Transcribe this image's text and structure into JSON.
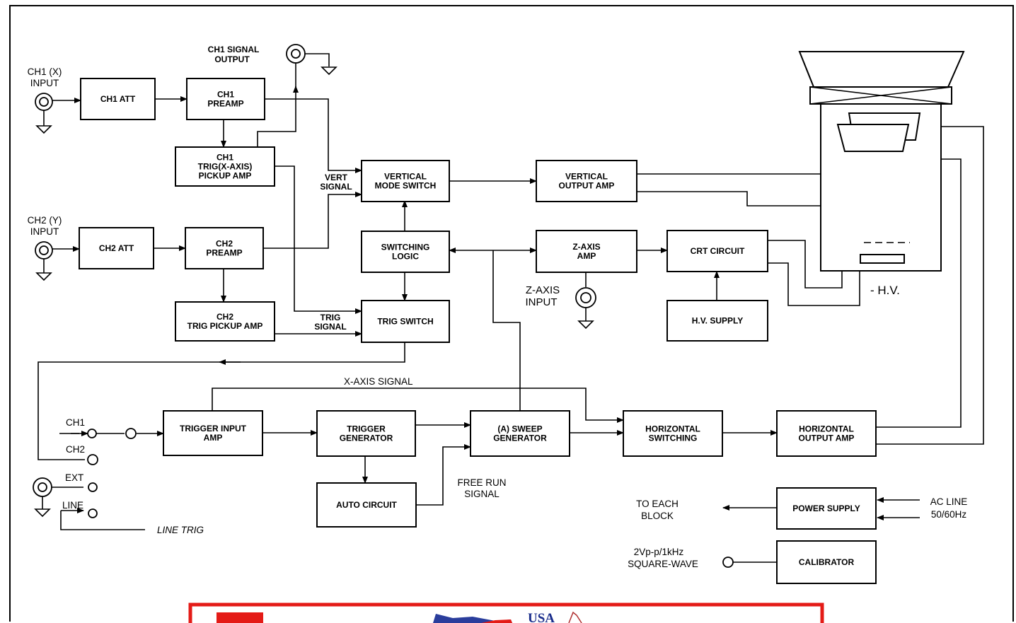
{
  "blocks": {
    "ch1_att": [
      "CH1 ATT"
    ],
    "ch1_preamp": [
      "CH1",
      "PREAMP"
    ],
    "ch1_trig_amp": [
      "CH1",
      "TRIG(X-AXIS)",
      "PICKUP AMP"
    ],
    "ch2_att": [
      "CH2 ATT"
    ],
    "ch2_preamp": [
      "CH2",
      "PREAMP"
    ],
    "ch2_trig_amp": [
      "CH2",
      "TRIG PICKUP AMP"
    ],
    "vertical_mode": [
      "VERTICAL",
      "MODE SWITCH"
    ],
    "switching_logic": [
      "SWITCHING",
      "LOGIC"
    ],
    "trig_switch": [
      "TRIG SWITCH"
    ],
    "vertical_output": [
      "VERTICAL",
      "OUTPUT AMP"
    ],
    "z_axis_amp": [
      "Z-AXIS",
      "AMP"
    ],
    "crt_circuit": [
      "CRT CIRCUIT"
    ],
    "hv_supply": [
      "H.V. SUPPLY"
    ],
    "trigger_input": [
      "TRIGGER INPUT",
      "AMP"
    ],
    "trigger_gen": [
      "TRIGGER",
      "GENERATOR"
    ],
    "sweep_gen": [
      "(A) SWEEP",
      "GENERATOR"
    ],
    "horiz_switching": [
      "HORIZONTAL",
      "SWITCHING"
    ],
    "horiz_output": [
      "HORIZONTAL",
      "OUTPUT AMP"
    ],
    "auto_circuit": [
      "AUTO CIRCUIT"
    ],
    "power_supply": [
      "POWER SUPPLY"
    ],
    "calibrator": [
      "CALIBRATOR"
    ]
  },
  "labels": {
    "ch1_input": [
      "CH1 (X)",
      "INPUT"
    ],
    "ch2_input": [
      "CH2 (Y)",
      "INPUT"
    ],
    "ch1_signal_output": [
      "CH1 SIGNAL",
      "OUTPUT"
    ],
    "vert_signal": [
      "VERT",
      "SIGNAL"
    ],
    "trig_signal": [
      "TRIG",
      "SIGNAL"
    ],
    "z_axis_input": [
      "Z-AXIS",
      "INPUT"
    ],
    "hv": "- H.V.",
    "x_axis_signal": "X-AXIS SIGNAL",
    "ch1": "CH1",
    "ch2": "CH2",
    "ext": "EXT",
    "line": "LINE",
    "line_trig": "LINE TRIG",
    "free_run": [
      "FREE RUN",
      "SIGNAL"
    ],
    "to_each_block": [
      "TO EACH",
      "BLOCK"
    ],
    "ac_line": [
      "AC LINE",
      "50/60Hz"
    ],
    "square_wave": [
      "2Vp-p/1kHz",
      "SQUARE-WAVE"
    ],
    "banner_text": "USA"
  },
  "colors": {
    "banner_border": "#e41b17",
    "usa_text": "#1a2d8c"
  }
}
